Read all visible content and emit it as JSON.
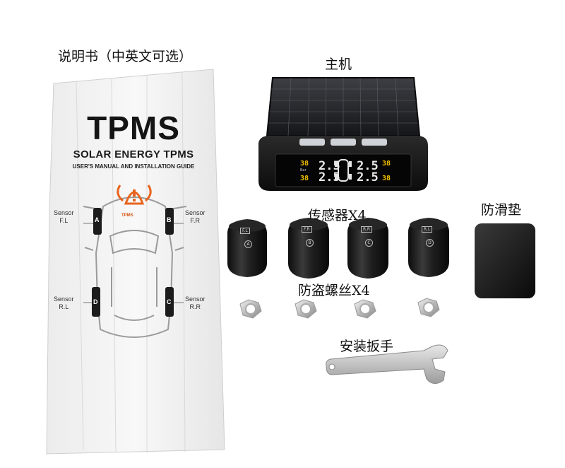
{
  "labels": {
    "manual": "说明书（中英文可选）",
    "main_unit": "主机",
    "sensors": "传感器X4",
    "anti_slip_pad": "防滑垫",
    "anti_theft_nuts": "防盗螺丝X4",
    "wrench": "安装扳手"
  },
  "manual": {
    "title": "TPMS",
    "subtitle": "SOLAR ENERGY TPMS",
    "subtitle2": "USER'S MANUAL AND INSTALLATION GUIDE",
    "logo_text": "TPMS",
    "sensors": [
      {
        "line1": "Sensor",
        "line2": "F.L",
        "letter": "A"
      },
      {
        "line1": "Sensor",
        "line2": "F.R",
        "letter": "B"
      },
      {
        "line1": "Sensor",
        "line2": "R.L",
        "letter": "D"
      },
      {
        "line1": "Sensor",
        "line2": "R.R",
        "letter": "C"
      }
    ]
  },
  "display": {
    "tl": "2.5",
    "tr": "2.5",
    "bl": "2.5",
    "br": "2.5",
    "temp_tl": "38",
    "temp_tr": "38",
    "temp_bl": "38",
    "temp_br": "38",
    "unit": "Bar"
  },
  "sensor_caps": [
    {
      "code": "F.L",
      "letter": "A"
    },
    {
      "code": "F.R",
      "letter": "B"
    },
    {
      "code": "R.R",
      "letter": "C"
    },
    {
      "code": "R.L",
      "letter": "D"
    }
  ],
  "colors": {
    "background": "#ffffff",
    "sensor_body": "#1a1a1a",
    "logo_orange": "#e8641e",
    "screen_yellow": "#f2c200"
  }
}
